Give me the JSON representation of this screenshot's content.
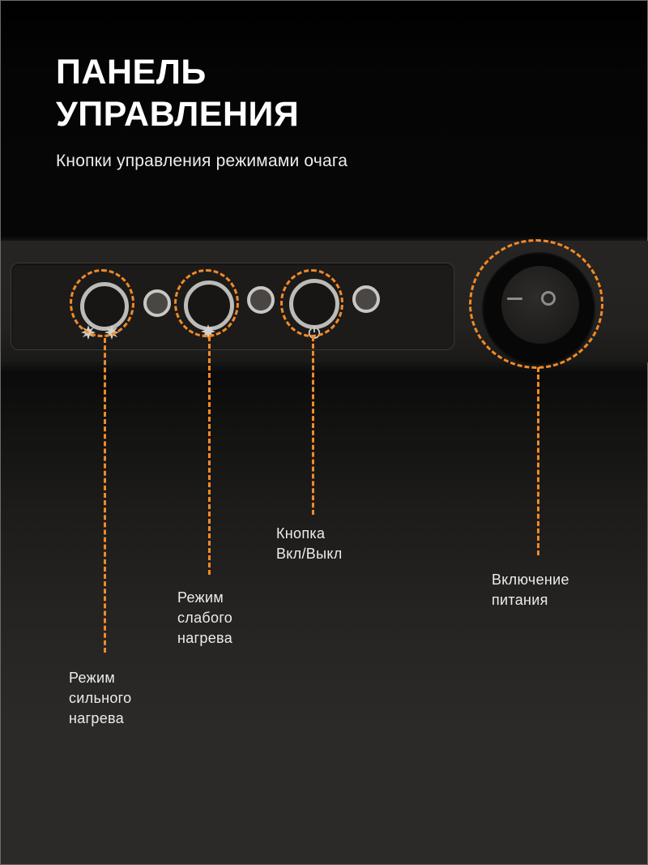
{
  "header": {
    "title_line1": "ПАНЕЛЬ",
    "title_line2": "УПРАВЛЕНИЯ",
    "subtitle": "Кнопки управления режимами очага"
  },
  "colors": {
    "accent": "#f28a26",
    "background_top": "#000000",
    "background_bottom": "#2b2a28",
    "text": "#ffffff"
  },
  "panel": {
    "buttons": [
      {
        "id": "high-heat",
        "icon": "double-sun-icon"
      },
      {
        "id": "low-heat",
        "icon": "sun-icon"
      },
      {
        "id": "power",
        "icon": "power-icon"
      }
    ],
    "indicators": 3
  },
  "switch": {
    "symbol_on": "—",
    "symbol_off": "O"
  },
  "callouts": [
    {
      "target": "high-heat",
      "lines": [
        "Режим",
        "сильного",
        "нагрева"
      ]
    },
    {
      "target": "low-heat",
      "lines": [
        "Режим",
        "слабого",
        "нагрева"
      ]
    },
    {
      "target": "power-button",
      "lines": [
        "Кнопка",
        "Вкл/Выкл"
      ]
    },
    {
      "target": "main-switch",
      "lines": [
        "Включение",
        "питания"
      ]
    }
  ]
}
